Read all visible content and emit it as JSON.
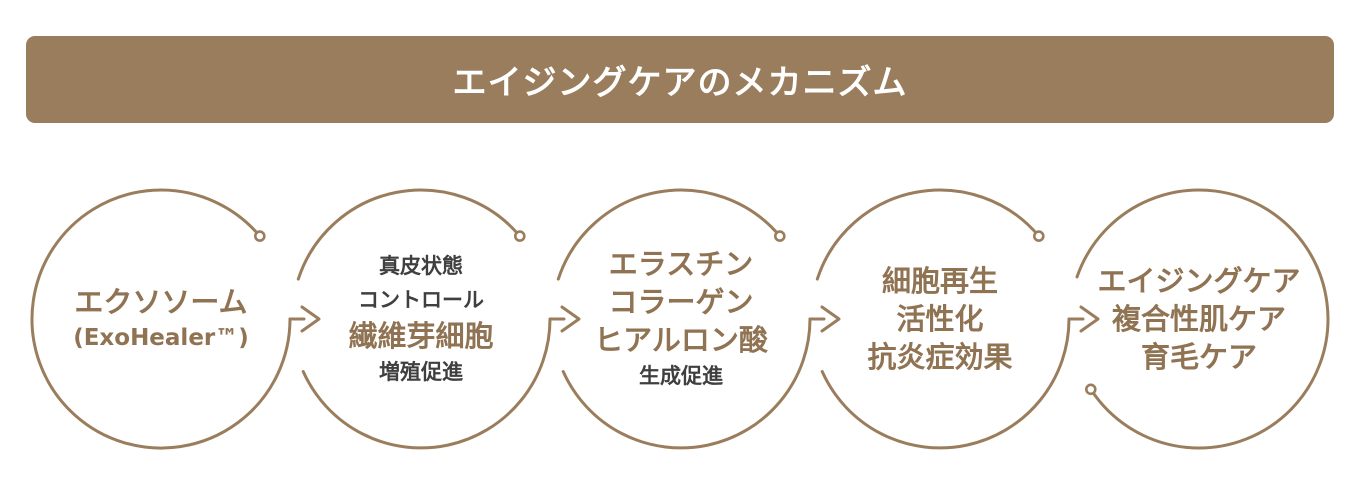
{
  "colors": {
    "banner_bg": "#9a7d5c",
    "accent": "#9a7d5c",
    "brown_text": "#8f7352",
    "gray_text": "#3f3f3f"
  },
  "title": "エイジングケアのメカニズム",
  "steps": [
    {
      "lines": [
        {
          "text": "エクソソーム",
          "style": "brown"
        },
        {
          "text": "(ExoHealer™)",
          "style": "brown-sub"
        }
      ]
    },
    {
      "lines": [
        {
          "text": "真皮状態",
          "style": "gray"
        },
        {
          "text": "コントロール",
          "style": "gray"
        },
        {
          "text": "繊維芽細胞",
          "style": "brown"
        },
        {
          "text": "増殖促進",
          "style": "gray"
        }
      ]
    },
    {
      "lines": [
        {
          "text": "エラスチン",
          "style": "brown"
        },
        {
          "text": "コラーゲン",
          "style": "brown"
        },
        {
          "text": "ヒアルロン酸",
          "style": "brown"
        },
        {
          "text": "生成促進",
          "style": "gray"
        }
      ]
    },
    {
      "lines": [
        {
          "text": "細胞再生",
          "style": "brown"
        },
        {
          "text": "活性化",
          "style": "brown"
        },
        {
          "text": "抗炎症効果",
          "style": "brown"
        }
      ]
    },
    {
      "lines": [
        {
          "text": "エイジングケア",
          "style": "brown"
        },
        {
          "text": "複合性肌ケア",
          "style": "brown"
        },
        {
          "text": "育毛ケア",
          "style": "brown"
        }
      ]
    }
  ],
  "icons": {
    "step_arrow": "chevron-right-arrow",
    "cycle_end": "ring-dot"
  }
}
